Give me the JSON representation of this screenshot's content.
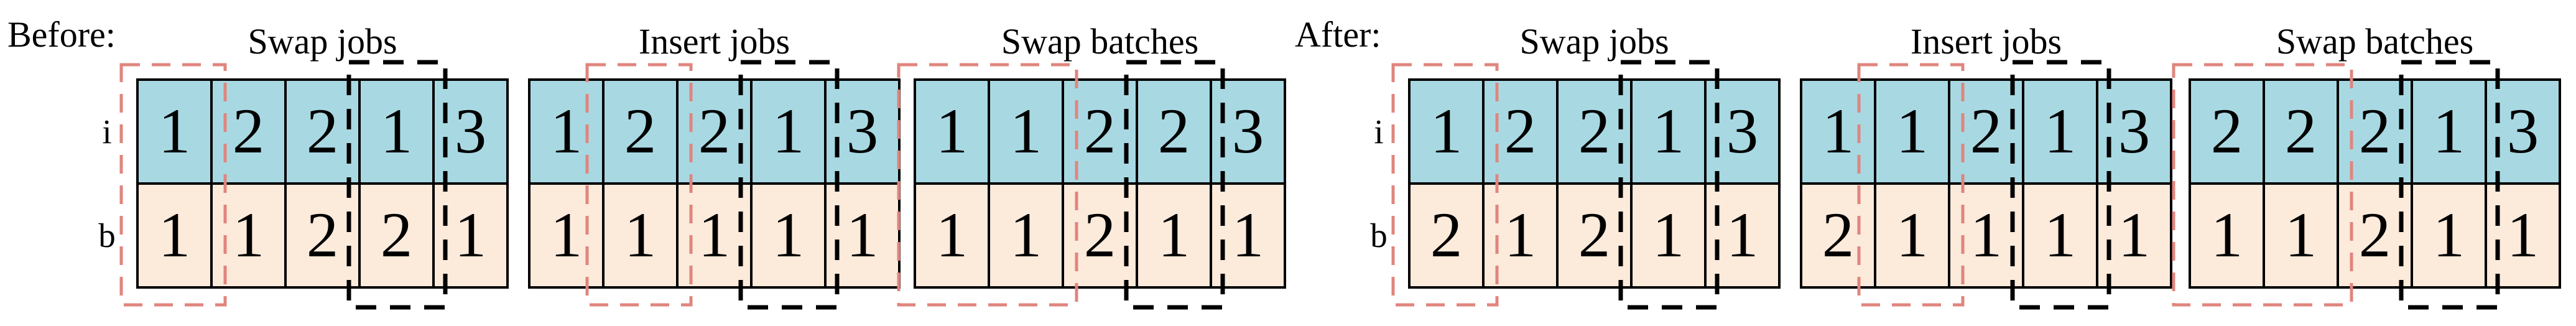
{
  "sections": {
    "before": {
      "label": "Before:"
    },
    "after": {
      "label": "After:"
    }
  },
  "row_labels": {
    "i": "i",
    "b": "b"
  },
  "colors": {
    "product_cell": "#a8d9e3",
    "batch_cell": "#fceadb",
    "pink_dash": "#e0857e",
    "black_dash": "#000000"
  },
  "tables": [
    {
      "section": "before",
      "title": "Swap jobs",
      "product_row": [
        1,
        2,
        2,
        1,
        3
      ],
      "batch_row": [
        1,
        1,
        2,
        2,
        1
      ],
      "pink_box_cols": {
        "start": 1,
        "end": 1
      },
      "black_box_cols": {
        "start": 4,
        "end": 4
      },
      "show_row_labels": true
    },
    {
      "section": "before",
      "title": "Insert jobs",
      "product_row": [
        1,
        2,
        2,
        1,
        3
      ],
      "batch_row": [
        1,
        1,
        1,
        1,
        1
      ],
      "pink_box_cols": {
        "start": 2,
        "end": 2
      },
      "black_box_cols": {
        "start": 4,
        "end": 4
      },
      "show_row_labels": false
    },
    {
      "section": "before",
      "title": "Swap batches",
      "product_row": [
        1,
        1,
        2,
        2,
        3
      ],
      "batch_row": [
        1,
        1,
        2,
        1,
        1
      ],
      "pink_box_cols": {
        "start": 1,
        "end": 2
      },
      "black_box_cols": {
        "start": 4,
        "end": 4
      },
      "show_row_labels": false
    },
    {
      "section": "after",
      "title": "Swap jobs",
      "product_row": [
        1,
        2,
        2,
        1,
        3
      ],
      "batch_row": [
        2,
        1,
        2,
        1,
        1
      ],
      "pink_box_cols": {
        "start": 1,
        "end": 1
      },
      "black_box_cols": {
        "start": 4,
        "end": 4
      },
      "show_row_labels": true
    },
    {
      "section": "after",
      "title": "Insert jobs",
      "product_row": [
        1,
        1,
        2,
        1,
        3
      ],
      "batch_row": [
        2,
        1,
        1,
        1,
        1
      ],
      "pink_box_cols": {
        "start": 2,
        "end": 2
      },
      "black_box_cols": {
        "start": 4,
        "end": 4
      },
      "show_row_labels": false
    },
    {
      "section": "after",
      "title": "Swap batches",
      "product_row": [
        2,
        2,
        2,
        1,
        3
      ],
      "batch_row": [
        1,
        1,
        2,
        1,
        1
      ],
      "pink_box_cols": {
        "start": 1,
        "end": 2
      },
      "black_box_cols": {
        "start": 4,
        "end": 4
      },
      "show_row_labels": false
    }
  ]
}
